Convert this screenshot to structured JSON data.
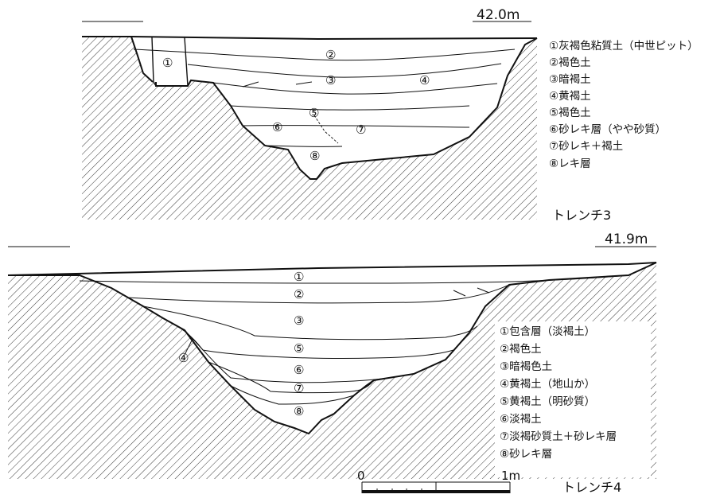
{
  "trench3": {
    "name": "トレンチ3",
    "elevation": "42.0m",
    "layer_markers": [
      "①",
      "②",
      "③",
      "④",
      "⑤",
      "⑥",
      "⑦",
      "⑧"
    ],
    "legend": [
      "①灰褐色粘質土（中世ピット）",
      "②褐色土",
      "③暗褐土",
      "④黄褐土",
      "⑤褐色土",
      "⑥砂レキ層（やや砂質）",
      "⑦砂レキ＋褐土",
      "⑧レキ層"
    ]
  },
  "trench4": {
    "name": "トレンチ4",
    "elevation": "41.9m",
    "layer_markers": [
      "①",
      "②",
      "③",
      "④",
      "⑤",
      "⑥",
      "⑦",
      "⑧"
    ],
    "legend": [
      "①包含層（淡褐土）",
      "②褐色土",
      "③暗褐色土",
      "④黄褐土（地山か）",
      "⑤黄褐土（明砂質）",
      "⑥淡褐土",
      "⑦淡褐砂質土＋砂レキ層",
      "⑧砂レキ層"
    ]
  },
  "scale_bar": {
    "start": "0",
    "end": "1m"
  }
}
